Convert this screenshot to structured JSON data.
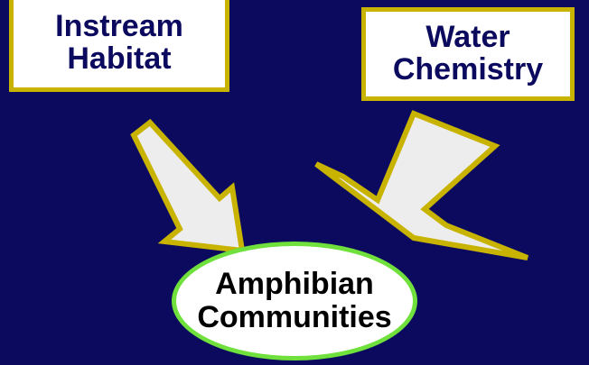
{
  "nodes": {
    "instream": {
      "line1": "Instream",
      "line2": "Habitat"
    },
    "water": {
      "line1": "Water",
      "line2": "Chemistry"
    },
    "amphibian": {
      "line1": "Amphibian",
      "line2": "Communities"
    }
  },
  "colors": {
    "background": "#0b0a5e",
    "box_fill": "#ffffff",
    "box_border": "#c8b400",
    "arrow_fill": "#ededed",
    "arrow_border": "#c8b400",
    "ellipse_border": "#6fe03c",
    "box_text": "#0b0a5e",
    "ellipse_text": "#000000"
  }
}
